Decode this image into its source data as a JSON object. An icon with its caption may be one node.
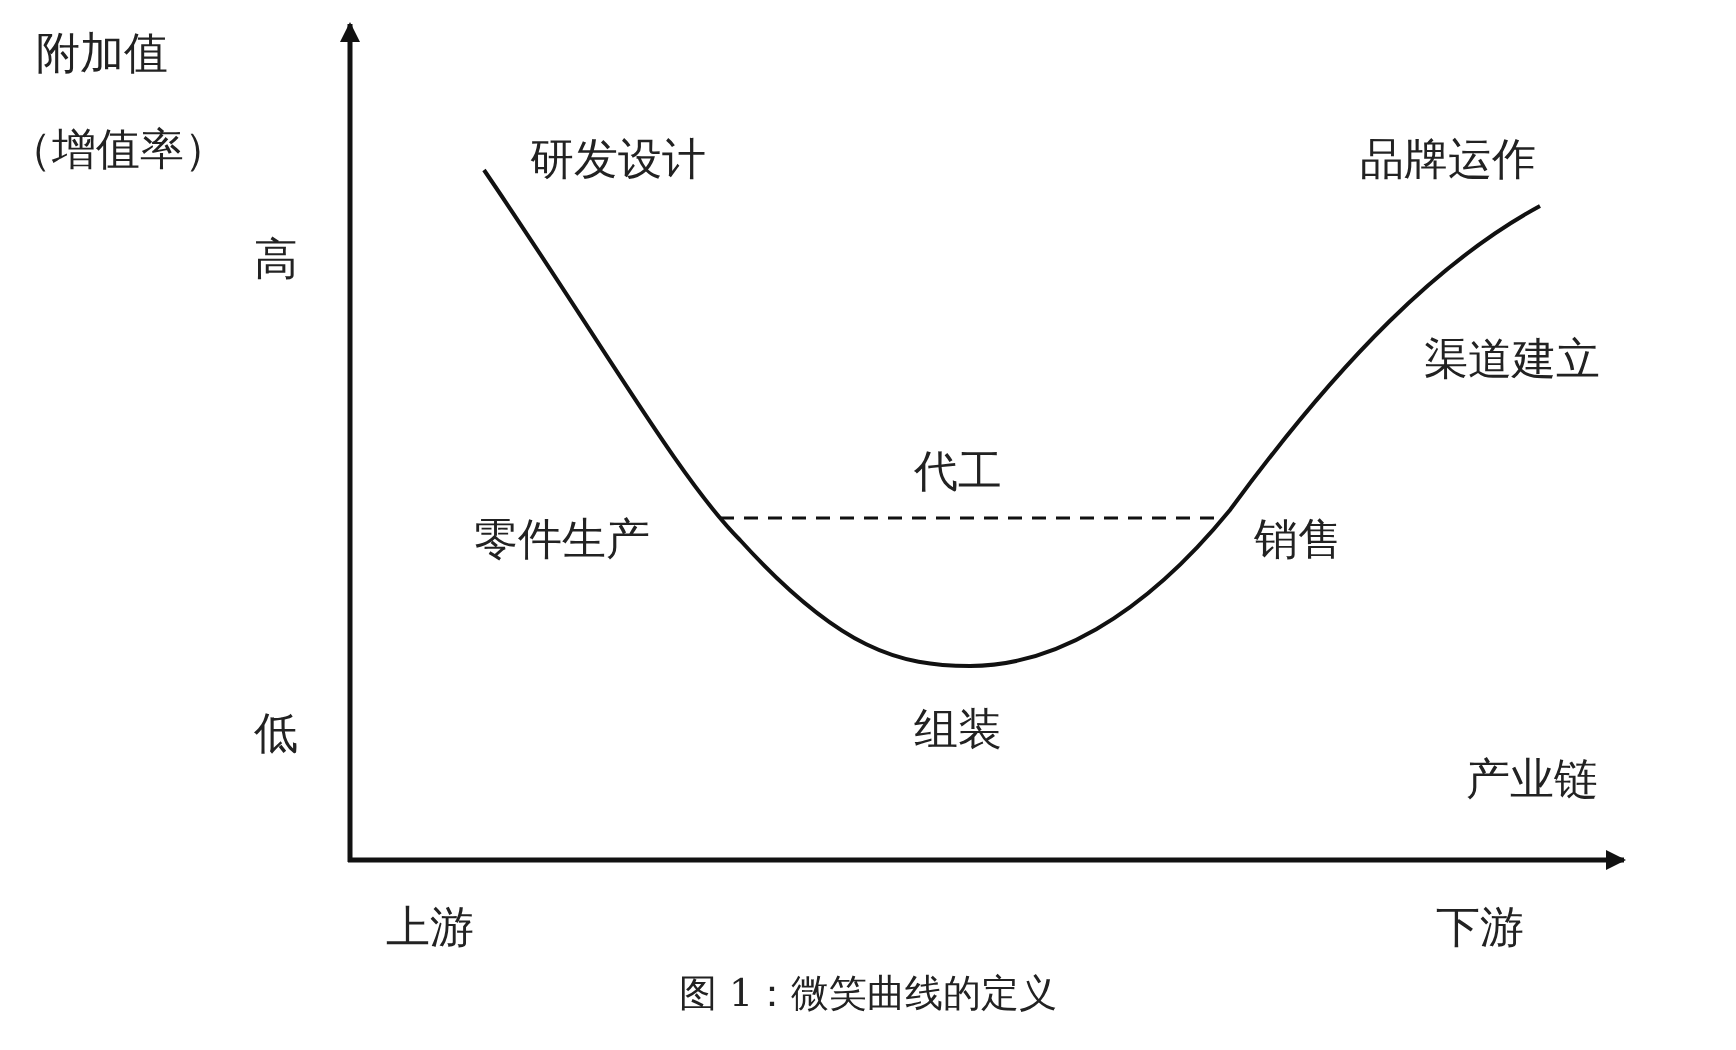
{
  "diagram": {
    "caption": "图 1：微笑曲线的定义",
    "labels": [
      "附加值",
      "（增值率）",
      "研发设计",
      "品牌运作",
      "高",
      "渠道建立",
      "代工",
      "零件生产",
      "销售",
      "低",
      "组装",
      "产业链",
      "上游",
      "下游"
    ]
  }
}
